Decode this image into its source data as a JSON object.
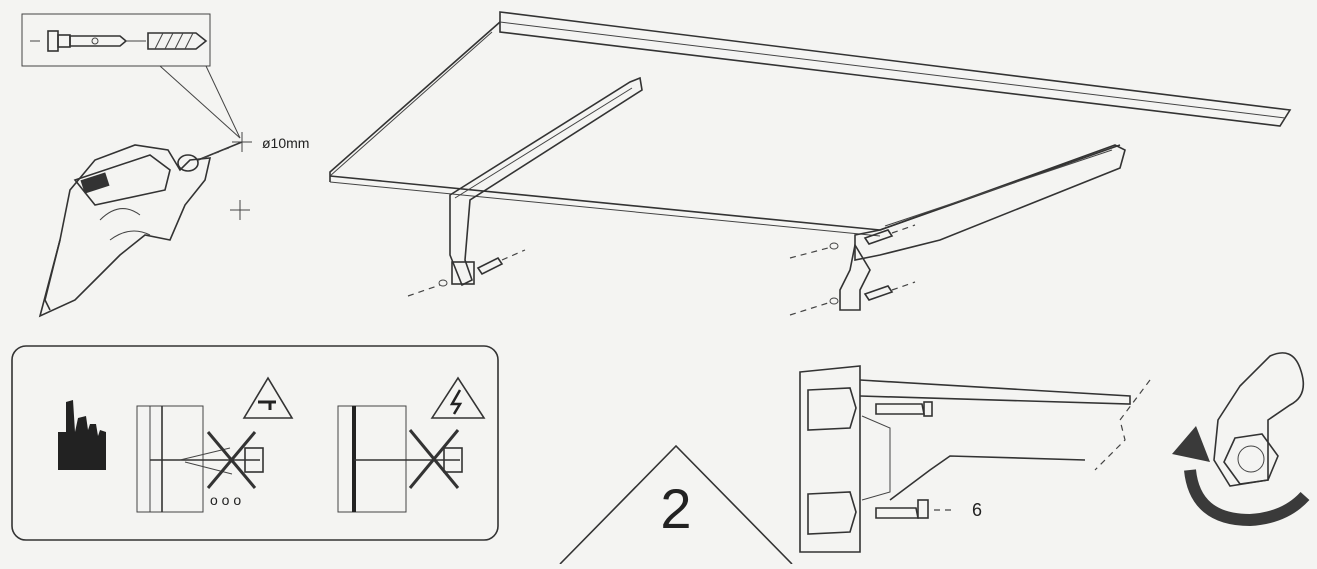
{
  "drill": {
    "bit_size_label": "ø10mm"
  },
  "step": {
    "number": "2"
  },
  "bolt_callout": {
    "label": "6"
  },
  "warnings": {
    "water_icon": "water-pipe-warning-icon",
    "electric_icon": "high-voltage-warning-icon"
  },
  "colors": {
    "ink": "#333333",
    "paper": "#f4f4f2",
    "arrow": "#3a3a3a"
  }
}
